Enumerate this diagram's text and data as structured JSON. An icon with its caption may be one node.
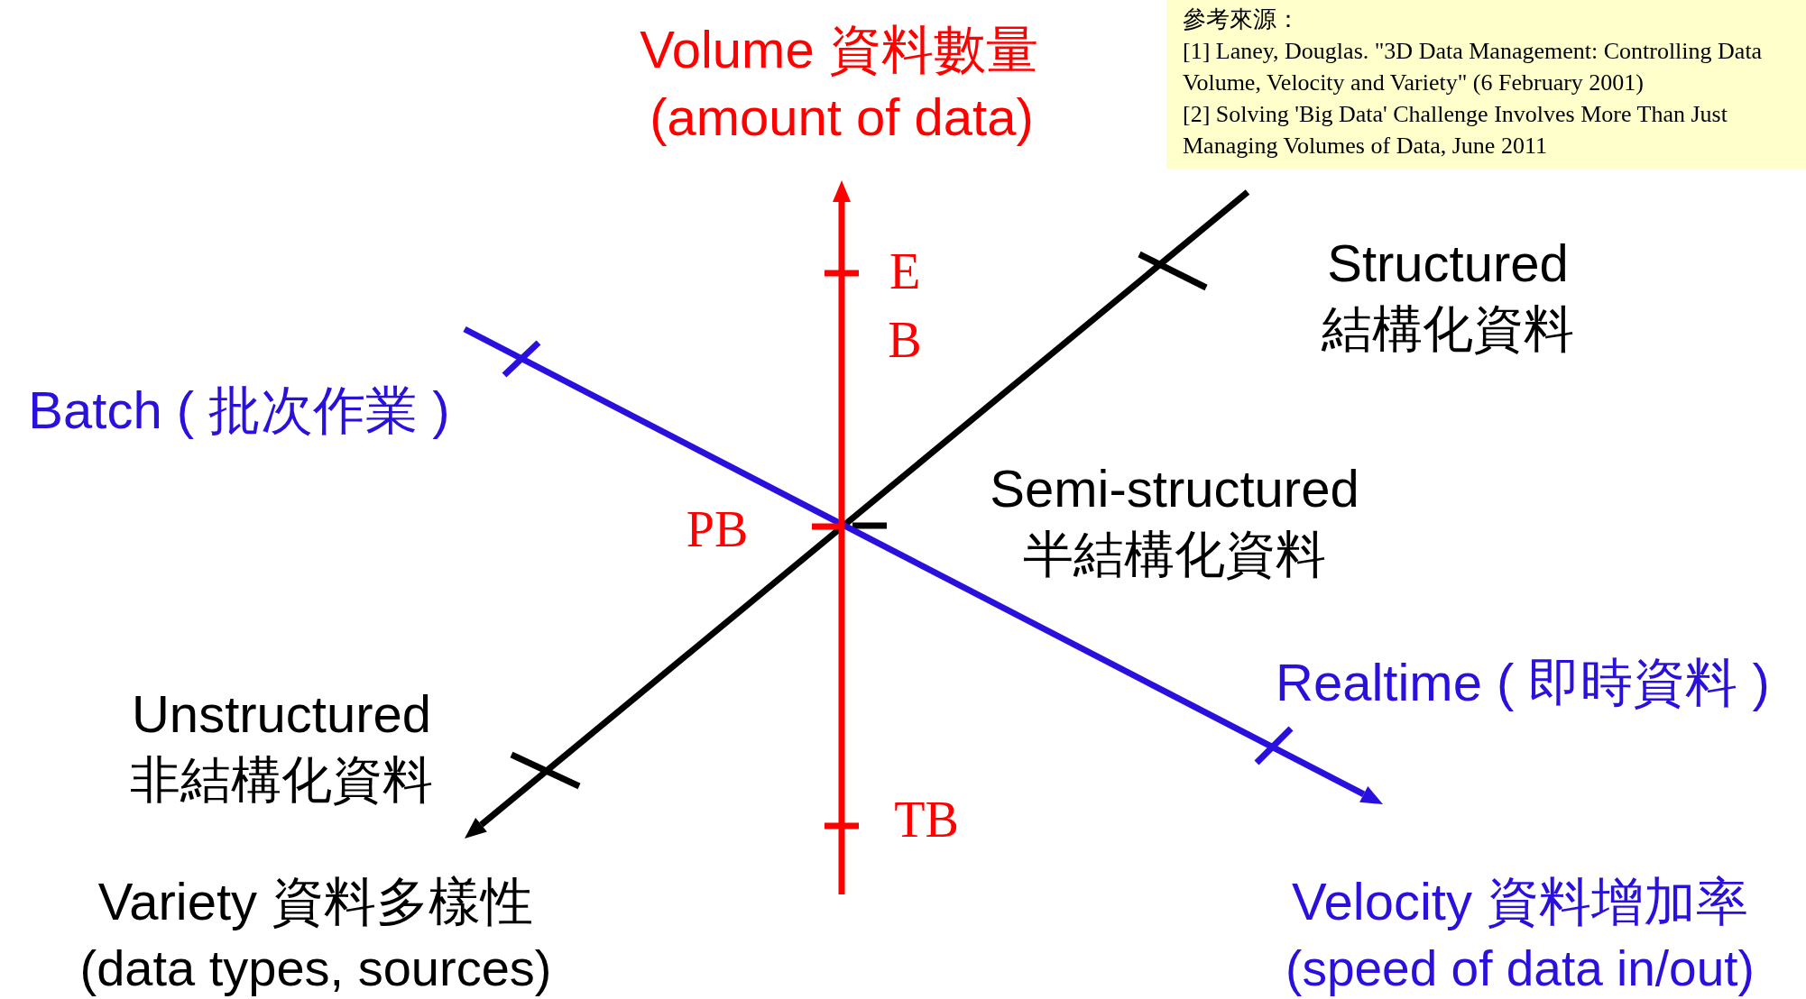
{
  "diagram": {
    "nodes": [
      {
        "text": [
          "參考來源：",
          "[1] Laney, Douglas. \"3D Data Management: Controlling Data Volume, Velocity and Variety\" (6 February 2001)",
          "[2] Solving 'Big Data' Challenge Involves More Than Just Managing Volumes of Data, June 2011"
        ]
      }
    ],
    "labels": [
      "Volume 資料數量",
      "(amount of data)",
      "E",
      "Structured",
      "B",
      "結構化資料",
      "Batch ( 批次作業 )",
      "PB",
      "Semi-structured",
      "半結構化資料",
      "Realtime ( 即時資料 )",
      "Unstructured",
      "非結構化資料",
      "TB",
      "Variety 資料多樣性",
      "(data types, sources)",
      "Velocity 資料增加率",
      "(speed of data in/out)"
    ]
  }
}
